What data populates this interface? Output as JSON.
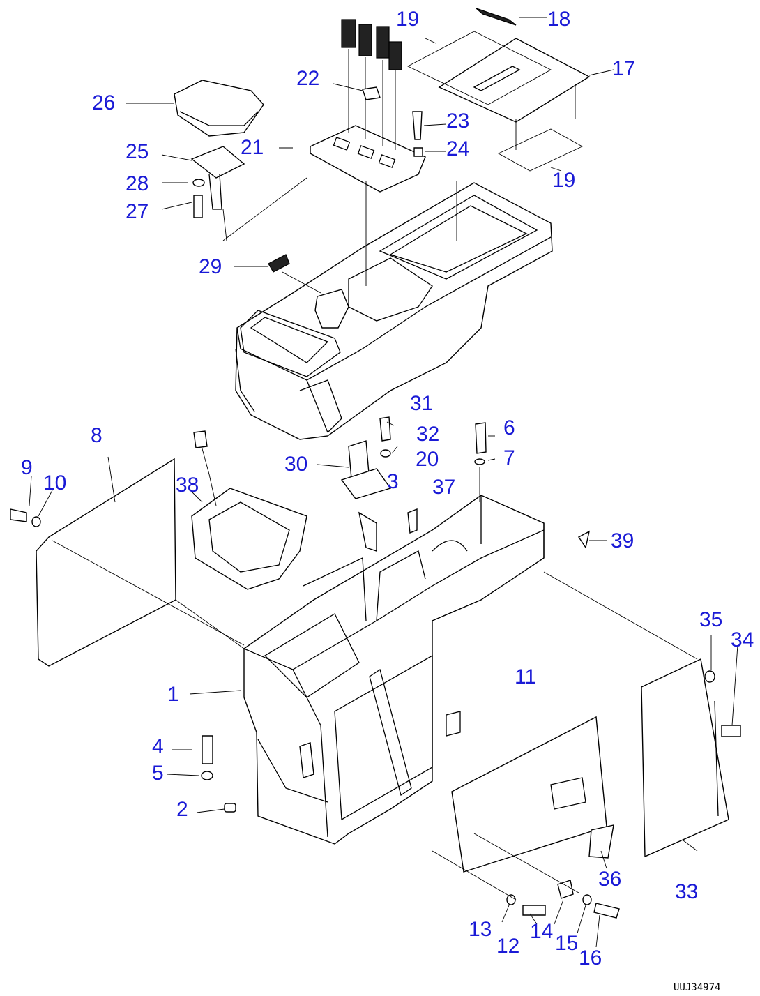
{
  "callouts": [
    "1",
    "2",
    "3",
    "4",
    "5",
    "6",
    "7",
    "8",
    "9",
    "10",
    "11",
    "12",
    "13",
    "14",
    "15",
    "16",
    "17",
    "18",
    "19",
    "19",
    "20",
    "21",
    "22",
    "23",
    "24",
    "25",
    "26",
    "27",
    "28",
    "29",
    "30",
    "31",
    "32",
    "33",
    "34",
    "35",
    "36",
    "37",
    "38",
    "39"
  ],
  "drawing_code": "UUJ34974",
  "colors": {
    "callout": "#1a1ad6",
    "line": "#000000"
  }
}
